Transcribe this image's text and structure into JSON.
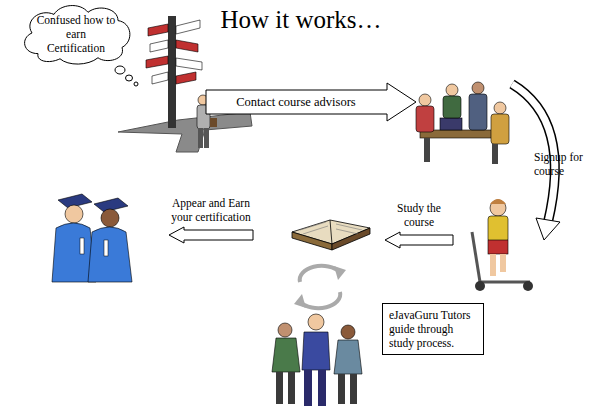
{
  "diagram": {
    "title": "How it works…",
    "nodes": [
      {
        "text": [
          "Confused how to earn Certification"
        ]
      },
      {
        "text": [
          "Contact course advisors"
        ]
      },
      {
        "text": [
          "Study the course"
        ]
      },
      {
        "text": [
          "Appear and Earn your certification"
        ]
      },
      {
        "text": [
          "eJavaGuru Tutors guide through study process."
        ]
      }
    ],
    "labels": [
      "Signup for course"
    ]
  }
}
